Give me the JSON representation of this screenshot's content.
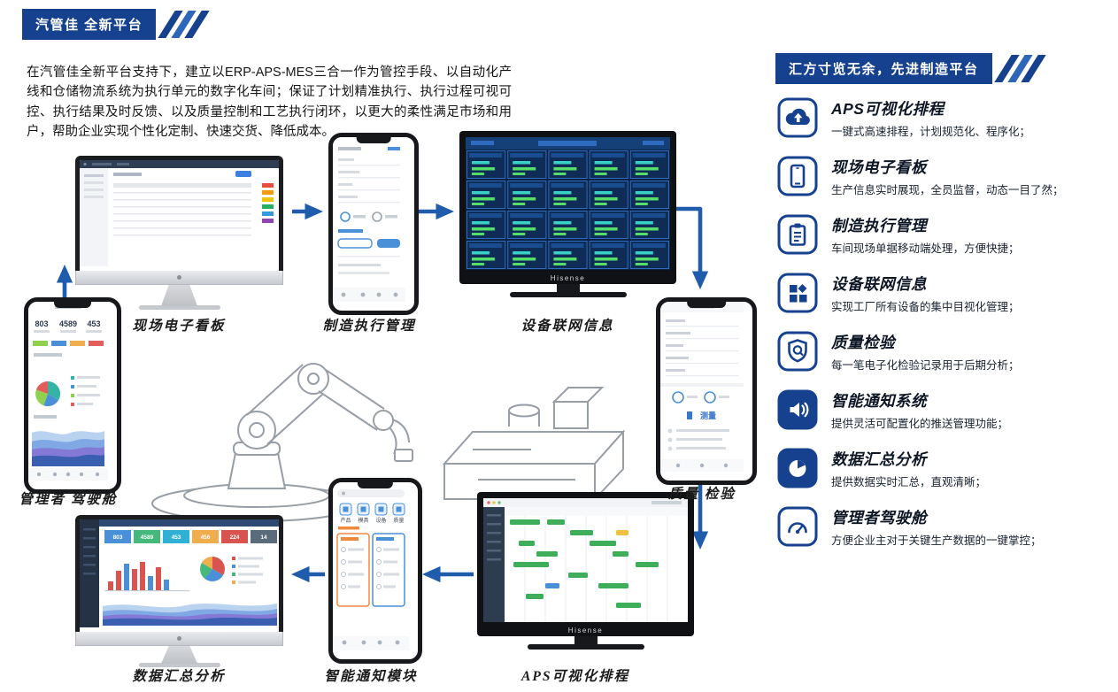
{
  "page_banner": {
    "title": "汽管佳 全新平台"
  },
  "intro": {
    "text": "在汽管佳全新平台支持下，建立以ERP-APS-MES三合一作为管控手段、以自动化产线和仓储物流系统为执行单元的数字化车间；保证了计划精准执行、执行过程可视可控、执行结果及时反馈、以及质量控制和工艺执行闭环，以更大的柔性满足市场和用户，帮助企业实现个性化定制、快速交货、降低成本。"
  },
  "diagram": {
    "kanban_label": "现场电子看板",
    "mes_label": "制造执行管理",
    "device_label": "设备联网信息",
    "quality_label": "质量 检验",
    "cockpit_label": "管理者 驾驶舱",
    "summary_label": "数据汇总分析",
    "notify_label": "智能通知模块",
    "aps_label": "APS可视化排程",
    "tv_brand": "Hisense",
    "quality_button_label": "测量",
    "cockpit_stats": {
      "a": "803",
      "b": "4589",
      "c": "453"
    },
    "summary_stats": {
      "a": "803",
      "b": "4589",
      "c": "453",
      "d": "456",
      "e": "224",
      "f": "14"
    },
    "notify_icons": {
      "a": "产品",
      "b": "模具",
      "c": "设备",
      "d": "质量"
    }
  },
  "features": {
    "banner": "汇方寸览无余，先进制造平台",
    "items": [
      {
        "icon": "cloud-upload-icon",
        "title": "APS可视化排程",
        "desc": "一键式高速排程，计划规范化、程序化；"
      },
      {
        "icon": "tablet-icon",
        "title": "现场电子看板",
        "desc": "生产信息实时展现，全员监督，动态一目了然；"
      },
      {
        "icon": "clipboard-icon",
        "title": "制造执行管理",
        "desc": "车间现场单据移动端处理，方便快捷；"
      },
      {
        "icon": "blocks-icon",
        "title": "设备联网信息",
        "desc": "实现工厂所有设备的集中目视化管理；"
      },
      {
        "icon": "shield-check-icon",
        "title": "质量检验",
        "desc": "每一笔电子化检验记录用于后期分析；"
      },
      {
        "icon": "speaker-icon",
        "title": "智能通知系统",
        "desc": "提供灵活可配置化的推送管理功能；"
      },
      {
        "icon": "pie-chart-icon",
        "title": "数据汇总分析",
        "desc": "提供数据实时汇总，直观清晰；"
      },
      {
        "icon": "gauge-icon",
        "title": "管理者驾驶舱",
        "desc": "方便企业主对于关键生产数据的一键掌控；"
      }
    ]
  },
  "colors": {
    "brand_navy": "#15418f",
    "arrow_blue": "#1f5cab",
    "ok_green": "#3fae5a"
  }
}
